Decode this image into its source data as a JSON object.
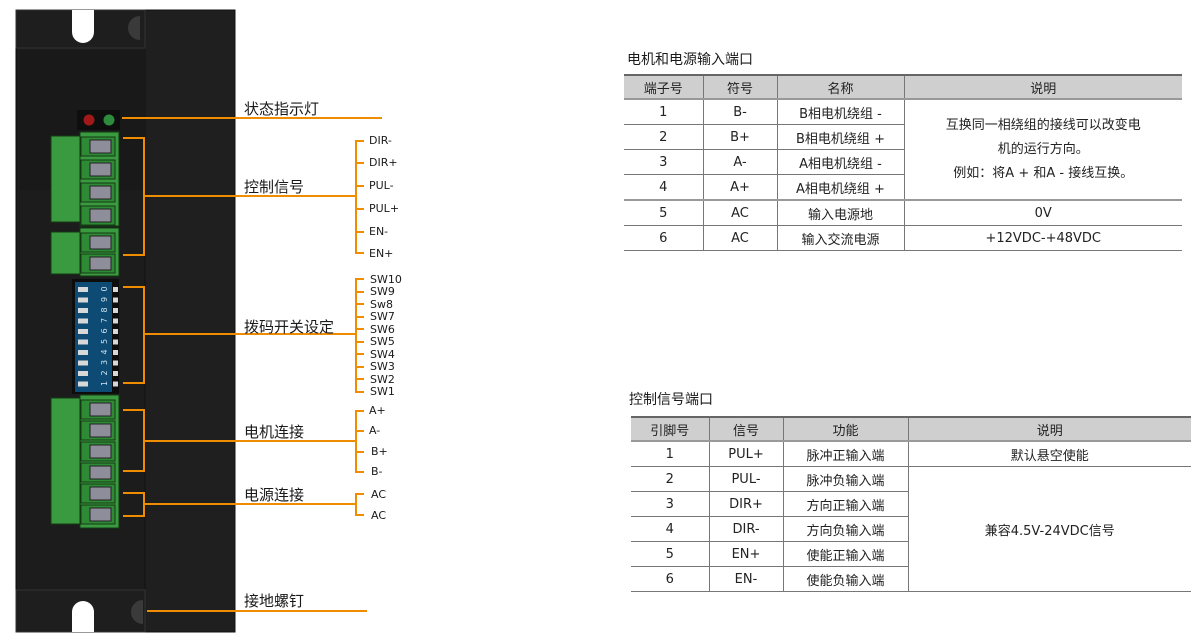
{
  "diagram": {
    "callouts": {
      "status_led": "状态指示灯",
      "control_signal": "控制信号",
      "dip_switch": "拨码开关设定",
      "motor_connection": "电机连接",
      "power_connection": "电源连接",
      "ground_screw": "接地螺钉"
    },
    "control_pins": [
      "DIR-",
      "DIR+",
      "PUL-",
      "PUL+",
      "EN-",
      "EN+"
    ],
    "dip_switches": [
      "SW10",
      "SW9",
      "Sw8",
      "SW7",
      "SW6",
      "SW5",
      "SW4",
      "SW3",
      "SW2",
      "SW1"
    ],
    "dip_numbers": [
      "1",
      "2",
      "3",
      "4",
      "5",
      "6",
      "7",
      "8",
      "9",
      "0"
    ],
    "motor_pins": [
      "A+",
      "A-",
      "B+",
      "B-"
    ],
    "power_pins": [
      "AC",
      "AC"
    ],
    "colors": {
      "leader": "#f08c00",
      "body": "#1c1c1c",
      "terminal": "#3a9a3f",
      "dip": "#0d4a74",
      "led_red": "#a01818",
      "led_green": "#2e8b3e"
    }
  },
  "power_table": {
    "title": "电机和电源输入端口",
    "headers": [
      "端子号",
      "符号",
      "名称",
      "说明"
    ],
    "rows": [
      [
        "1",
        "B-",
        "B相电机绕组 -"
      ],
      [
        "2",
        "B+",
        "B相电机绕组 +"
      ],
      [
        "3",
        "A-",
        "A相电机绕组 -"
      ],
      [
        "4",
        "A+",
        "A相电机绕组 +"
      ],
      [
        "5",
        "AC",
        "输入电源地"
      ],
      [
        "6",
        "AC",
        "输入交流电源"
      ]
    ],
    "desc_merged_1_4": [
      "互换同一相绕组的接线可以改变电",
      "机的运行方向。",
      "例如：将A + 和A - 接线互换。"
    ],
    "desc_5": "0V",
    "desc_6": "+12VDC-+48VDC"
  },
  "signal_table": {
    "title": "控制信号端口",
    "headers": [
      "引脚号",
      "信号",
      "功能",
      "说明"
    ],
    "rows": [
      [
        "1",
        "PUL+",
        "脉冲正输入端"
      ],
      [
        "2",
        "PUL-",
        "脉冲负输入端"
      ],
      [
        "3",
        "DIR+",
        "方向正输入端"
      ],
      [
        "4",
        "DIR-",
        "方向负输入端"
      ],
      [
        "5",
        "EN+",
        "使能正输入端"
      ],
      [
        "6",
        "EN-",
        "使能负输入端"
      ]
    ],
    "desc_1": "默认悬空使能",
    "desc_merged_2_6": "兼容4.5V-24VDC信号"
  }
}
